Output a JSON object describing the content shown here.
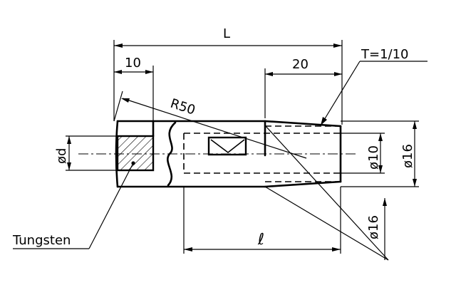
{
  "labels": {
    "length_total": "L",
    "tungsten_length": "10",
    "taper_length": "20",
    "taper_ratio": "T=1/10",
    "radius": "R50",
    "tip_diameter": "ød",
    "bore_diameter": "ø10",
    "outer_diameter_right": "ø16",
    "outer_diameter_bottom": "ø16",
    "bore_depth": "ℓ",
    "material": "Tungsten"
  }
}
